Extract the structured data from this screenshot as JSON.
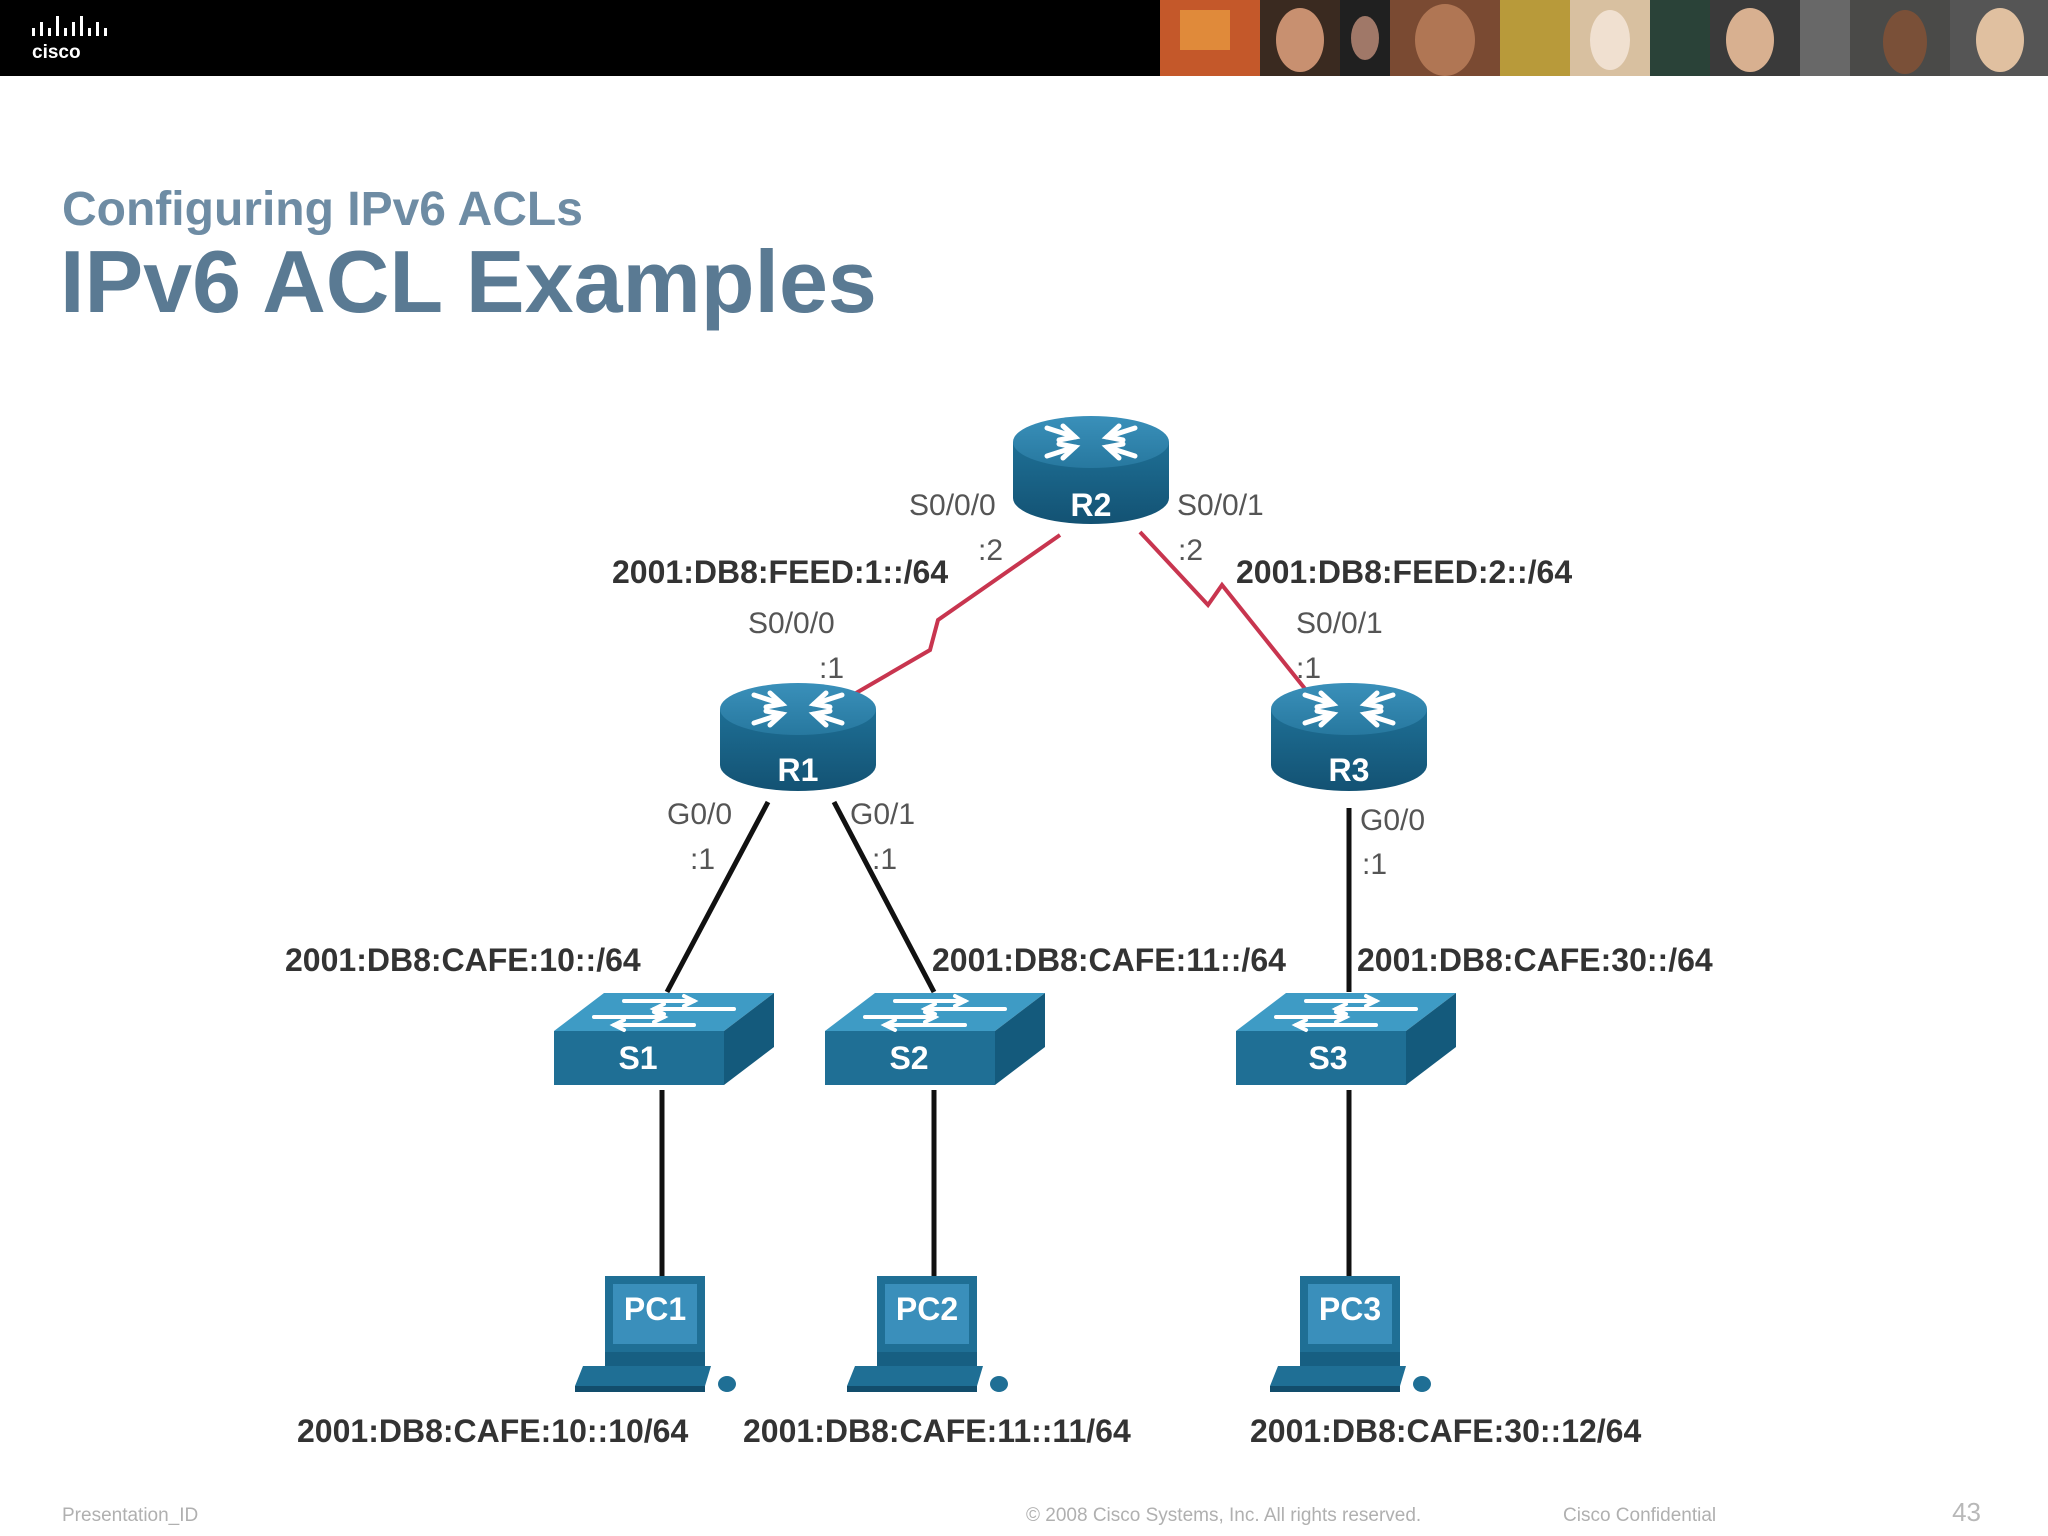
{
  "header": {
    "logo_text": "cisco"
  },
  "slide": {
    "subtitle": "Configuring IPv6 ACLs",
    "title": "IPv6 ACL Examples"
  },
  "devices": {
    "r2": "R2",
    "r1": "R1",
    "r3": "R3",
    "s1": "S1",
    "s2": "S2",
    "s3": "S3",
    "pc1": "PC1",
    "pc2": "PC2",
    "pc3": "PC3"
  },
  "interfaces": {
    "r2_s000": "S0/0/0",
    "r2_s000_host": ":2",
    "r2_s001": "S0/0/1",
    "r2_s001_host": ":2",
    "r1_s000": "S0/0/0",
    "r1_s000_host": ":1",
    "r3_s001": "S0/0/1",
    "r3_s001_host": ":1",
    "r1_g00": "G0/0",
    "r1_g00_host": ":1",
    "r1_g01": "G0/1",
    "r1_g01_host": ":1",
    "r3_g00": "G0/0",
    "r3_g00_host": ":1"
  },
  "networks": {
    "feed1": "2001:DB8:FEED:1::/64",
    "feed2": "2001:DB8:FEED:2::/64",
    "cafe10": "2001:DB8:CAFE:10::/64",
    "cafe11": "2001:DB8:CAFE:11::/64",
    "cafe30": "2001:DB8:CAFE:30::/64"
  },
  "hosts": {
    "pc1": "2001:DB8:CAFE:10::10/64",
    "pc2": "2001:DB8:CAFE:11::11/64",
    "pc3": "2001:DB8:CAFE:30::12/64"
  },
  "footer": {
    "presentation_id": "Presentation_ID",
    "copyright": "© 2008 Cisco Systems, Inc. All rights reserved.",
    "confidential": "Cisco Confidential",
    "page_number": "43"
  },
  "colors": {
    "title": "#5a7a93",
    "subtitle": "#6e8ca4",
    "device_blue": "#1f6f95",
    "serial_link": "#c8354f",
    "ethernet_link": "#111111"
  }
}
